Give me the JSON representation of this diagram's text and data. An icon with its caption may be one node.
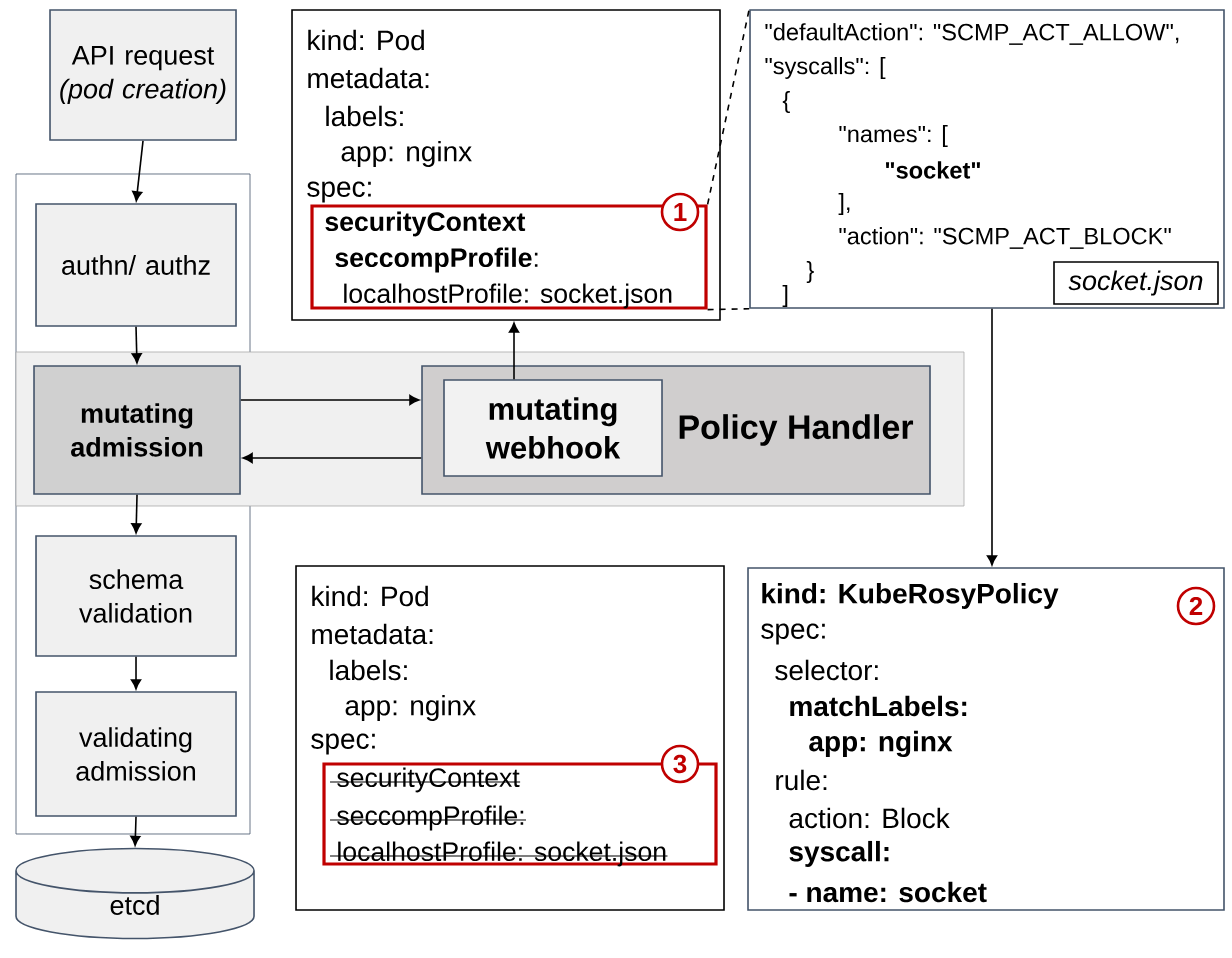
{
  "diagram": {
    "nodes": [
      {
        "text": [
          "API request",
          "(pod creation)"
        ]
      },
      {
        "text": [
          "authn/ authz"
        ]
      },
      {
        "text": [
          "mutating admission"
        ]
      },
      {
        "text": [
          "Policy Handler"
        ]
      },
      {
        "text": [
          "mutating webhook"
        ],
        "in": 3
      },
      {
        "text": [
          "schema validation"
        ]
      },
      {
        "text": [
          "validating admission"
        ]
      },
      {
        "text": [
          "etcd"
        ]
      },
      {
        "text": [
          "kind: Pod",
          "metadata:",
          "labels:",
          "app: nginx",
          "spec:"
        ]
      },
      {
        "text": [
          "1",
          "securityContext",
          "**seccompProfile**:",
          "localhostProfile: socket.json"
        ],
        "in": 8
      },
      {
        "text": [
          "\"defaultAction\": \"SCMP_ACT_ALLOW\",",
          "\"syscalls\": [",
          "{",
          "\"names\": [",
          "\"socket\"",
          "],",
          "\"action\": \"SCMP_ACT_BLOCK\"",
          "}",
          "]"
        ]
      },
      {
        "text": [
          "socket.json"
        ],
        "in": 10
      },
      {
        "text": [
          "kind: Pod",
          "metadata:",
          "labels:",
          "app: nginx",
          "spec:"
        ]
      },
      {
        "text": [
          "3",
          "securityContext",
          "seccompProfile:",
          "localhostProfile: socket.json"
        ],
        "in": 12
      },
      {
        "text": [
          "kind: KubeRosyPolicy",
          "2",
          "spec:",
          "selector:",
          "matchLabels:",
          "app: nginx",
          "rule:",
          "action: Block",
          "syscall:",
          "- name: socket"
        ]
      }
    ],
    "edges": [
      {
        "from": 0,
        "to": 1,
        "arrow": "to"
      },
      {
        "from": 1,
        "to": 2,
        "arrow": "to"
      },
      {
        "from": 2,
        "to": 3,
        "arrow": "to"
      },
      {
        "from": 3,
        "to": 2,
        "arrow": "to"
      },
      {
        "from": 2,
        "to": 5,
        "arrow": "to"
      },
      {
        "from": 5,
        "to": 6,
        "arrow": "to"
      },
      {
        "from": 6,
        "to": 7,
        "arrow": "to"
      },
      {
        "from": 4,
        "to": 8,
        "arrow": "to"
      },
      {
        "from": 9,
        "to": 10,
        "arrow": "none",
        "style": "dashed"
      },
      {
        "from": 9,
        "to": 10,
        "arrow": "none",
        "style": "dashed"
      },
      {
        "from": 10,
        "to": 14,
        "arrow": "to"
      }
    ]
  }
}
